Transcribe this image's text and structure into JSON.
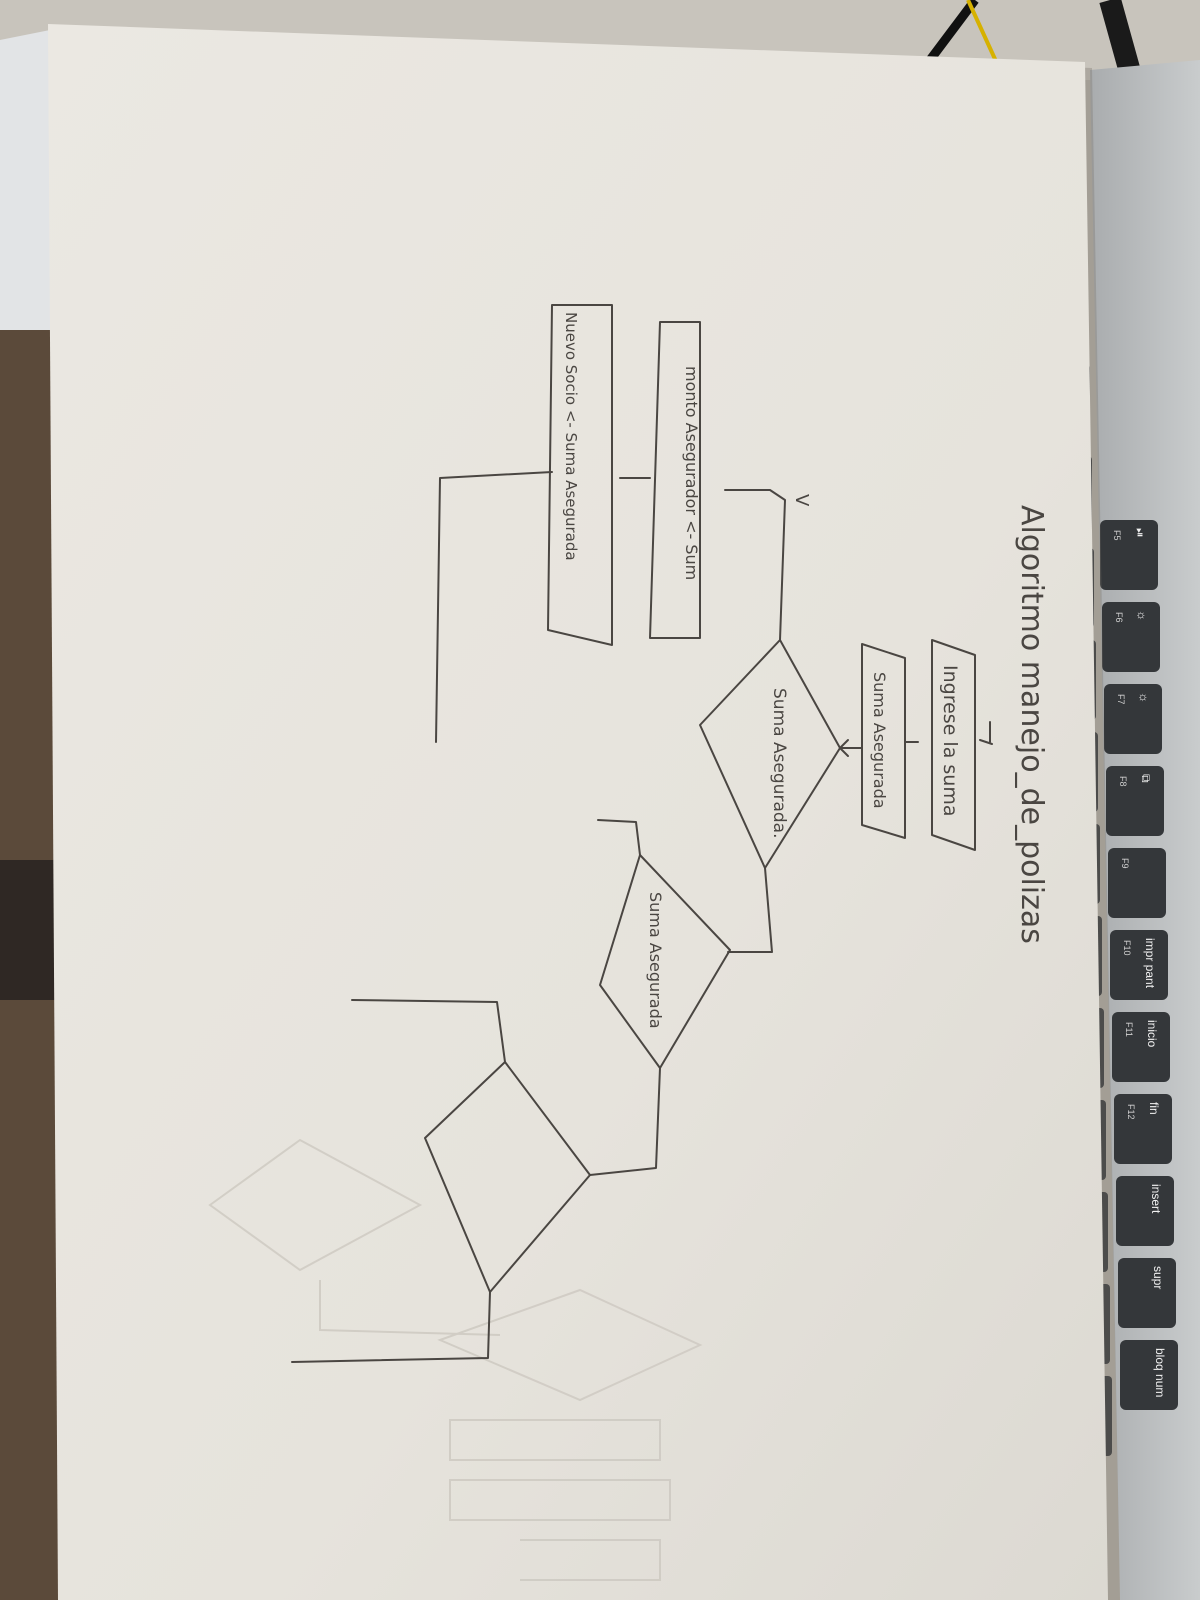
{
  "sheet": {
    "title": "Algoritmo manejo_de_polizas",
    "input_prompt": "Ingrese la suma",
    "input_var": "Suma Asegurada",
    "decision_1": "Suma Asegurada.",
    "branch_mark": "V",
    "assign_1": "monto Asegurador <- Sum",
    "assign_2": "Nuevo Socio <- Suma Asegurada",
    "decision_2": "Suma Asegurada"
  },
  "keyboard": {
    "keys": [
      {
        "label": "⏯",
        "fn": "F5"
      },
      {
        "label": "☼",
        "fn": "F6"
      },
      {
        "label": "☼",
        "fn": "F7"
      },
      {
        "label": "⧉",
        "fn": "F8"
      },
      {
        "label": "",
        "fn": "F9"
      },
      {
        "label": "impr pant",
        "fn": "F10"
      },
      {
        "label": "inicio",
        "fn": "F11"
      },
      {
        "label": "fin",
        "fn": "F12"
      },
      {
        "label": "insert",
        "fn": ""
      },
      {
        "label": "supr",
        "fn": ""
      },
      {
        "label": "bloq num",
        "fn": ""
      }
    ]
  },
  "colors": {
    "paper": "#e9e6df",
    "ink": "#4a4642",
    "keyboard_body": "#bfc2c4",
    "key": "#34373a"
  }
}
